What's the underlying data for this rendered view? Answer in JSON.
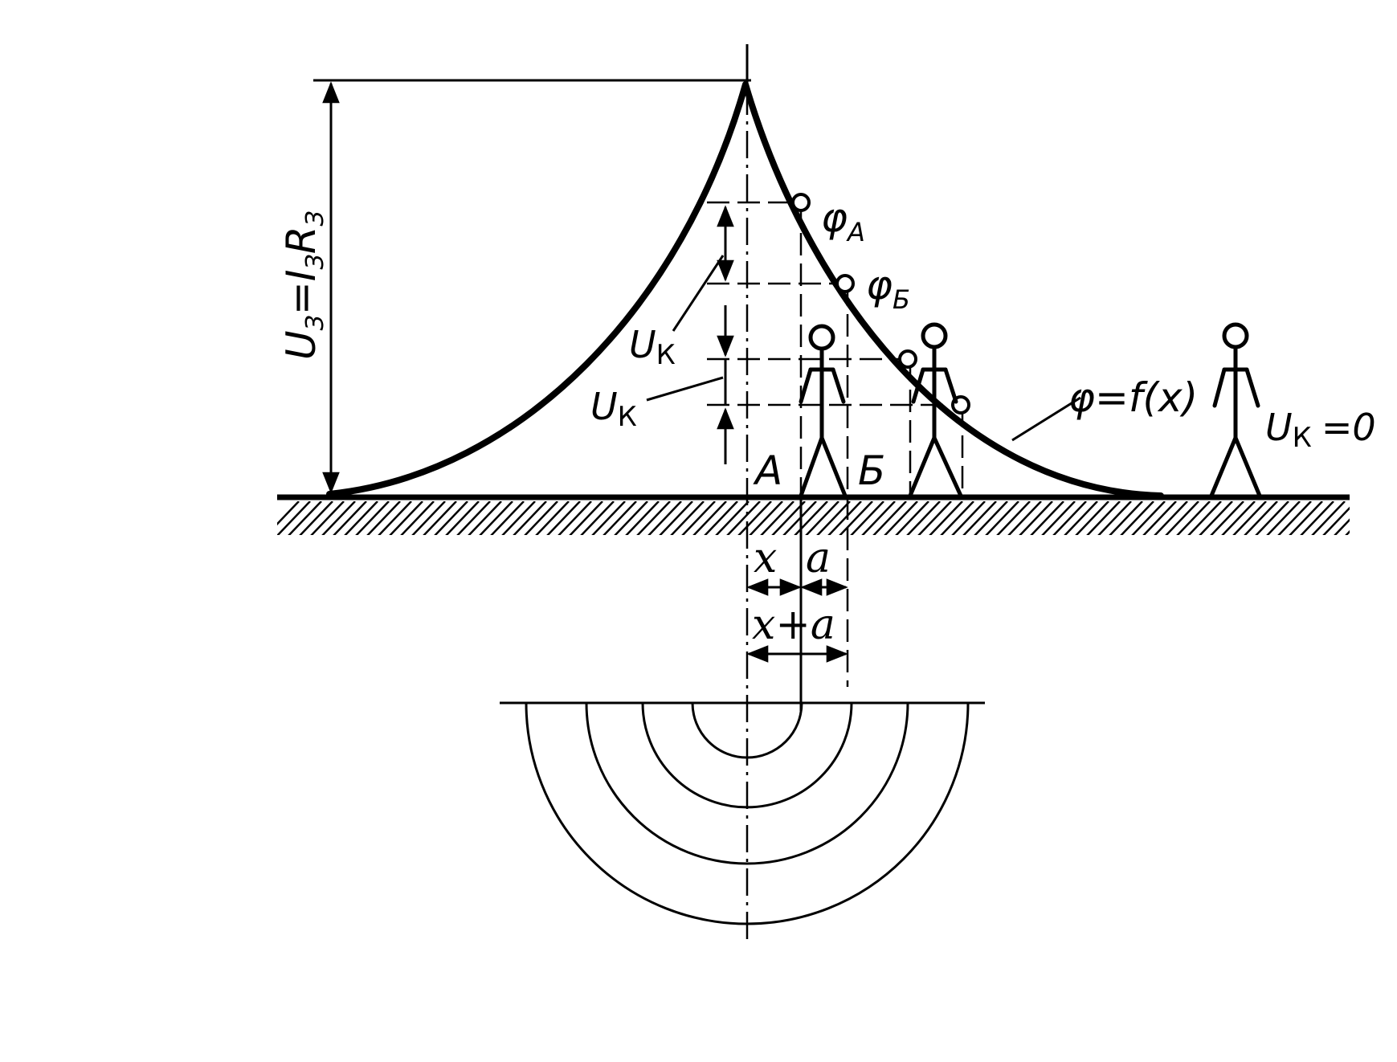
{
  "labels": {
    "u_ground": "U",
    "u_ground_sub": "З",
    "u_ground_eq": "=I",
    "u_ground_i_sub": "З",
    "u_ground_r": "R",
    "u_ground_r_sub": "З",
    "phi_a": "φ",
    "phi_a_sub": "А",
    "phi_b": "φ",
    "phi_b_sub": "Б",
    "uk_1": "U",
    "uk_1_sub": "К",
    "uk_2": "U",
    "uk_2_sub": "К",
    "phi_func": "φ=f(x)",
    "uk_zero": "U",
    "uk_zero_sub": "К",
    "uk_zero_val": "=0",
    "point_a": "А",
    "point_b": "Б",
    "dim_x": "x",
    "dim_a": "a",
    "dim_x_plus_a": "x+a"
  }
}
